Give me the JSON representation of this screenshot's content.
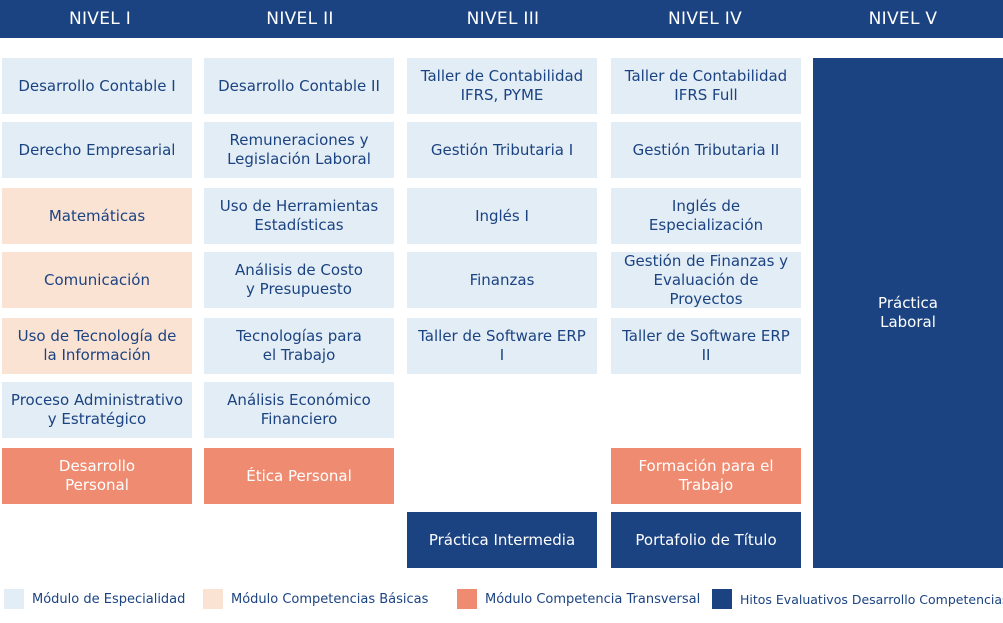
{
  "levels": [
    "NIVEL I",
    "NIVEL  II",
    "NIVEL III",
    "NIVEL IV",
    "NIVEL V"
  ],
  "col1": [
    {
      "label": "Desarrollo Contable I",
      "type": "especialidad"
    },
    {
      "label": "Derecho Empresarial",
      "type": "especialidad"
    },
    {
      "label": "Matemáticas",
      "type": "basicas"
    },
    {
      "label": "Comunicación",
      "type": "basicas"
    },
    {
      "label": "Uso de Tecnología de\nla Información",
      "type": "basicas"
    },
    {
      "label": "Proceso Administrativo\ny Estratégico",
      "type": "especialidad"
    },
    {
      "label": "Desarrollo\nPersonal",
      "type": "transversal"
    }
  ],
  "col2": [
    {
      "label": "Desarrollo Contable II",
      "type": "especialidad"
    },
    {
      "label": "Remuneraciones y\nLegislación Laboral",
      "type": "especialidad"
    },
    {
      "label": "Uso de Herramientas\nEstadísticas",
      "type": "especialidad"
    },
    {
      "label": "Análisis de Costo\ny Presupuesto",
      "type": "especialidad"
    },
    {
      "label": "Tecnologías para\nel Trabajo",
      "type": "especialidad"
    },
    {
      "label": "Análisis Económico\nFinanciero",
      "type": "especialidad"
    },
    {
      "label": "Ética Personal",
      "type": "transversal"
    }
  ],
  "col3": [
    {
      "label": "Taller de Contabilidad\nIFRS, PYME",
      "type": "especialidad"
    },
    {
      "label": "Gestión Tributaria I",
      "type": "especialidad"
    },
    {
      "label": "Inglés I",
      "type": "especialidad"
    },
    {
      "label": "Finanzas",
      "type": "especialidad"
    },
    {
      "label": "Taller de Software ERP I",
      "type": "especialidad"
    },
    {
      "label": "Práctica Intermedia",
      "type": "hitos"
    }
  ],
  "col4": [
    {
      "label": "Taller de Contabilidad\nIFRS Full",
      "type": "especialidad"
    },
    {
      "label": "Gestión Tributaria II",
      "type": "especialidad"
    },
    {
      "label": "Inglés de\nEspecialización",
      "type": "especialidad"
    },
    {
      "label": "Gestión de Finanzas y\nEvaluación de Proyectos",
      "type": "especialidad"
    },
    {
      "label": "Taller de Software ERP II",
      "type": "especialidad"
    },
    {
      "label": "Formación para el\nTrabajo",
      "type": "transversal"
    },
    {
      "label": "Portafolio de Título",
      "type": "hitos"
    }
  ],
  "col5": [
    {
      "label": "Práctica\nLaboral",
      "type": "hitos"
    }
  ],
  "legend": [
    {
      "label": "Módulo de Especialidad",
      "color": "#e3edf5"
    },
    {
      "label": "Módulo Competencias Básicas",
      "color": "#fbe3d4"
    },
    {
      "label": "Módulo Competencia Transversal",
      "color": "#ef8b71"
    },
    {
      "label": "Hitos Evaluativos Desarrollo Competencias",
      "color": "#1b4382"
    }
  ]
}
